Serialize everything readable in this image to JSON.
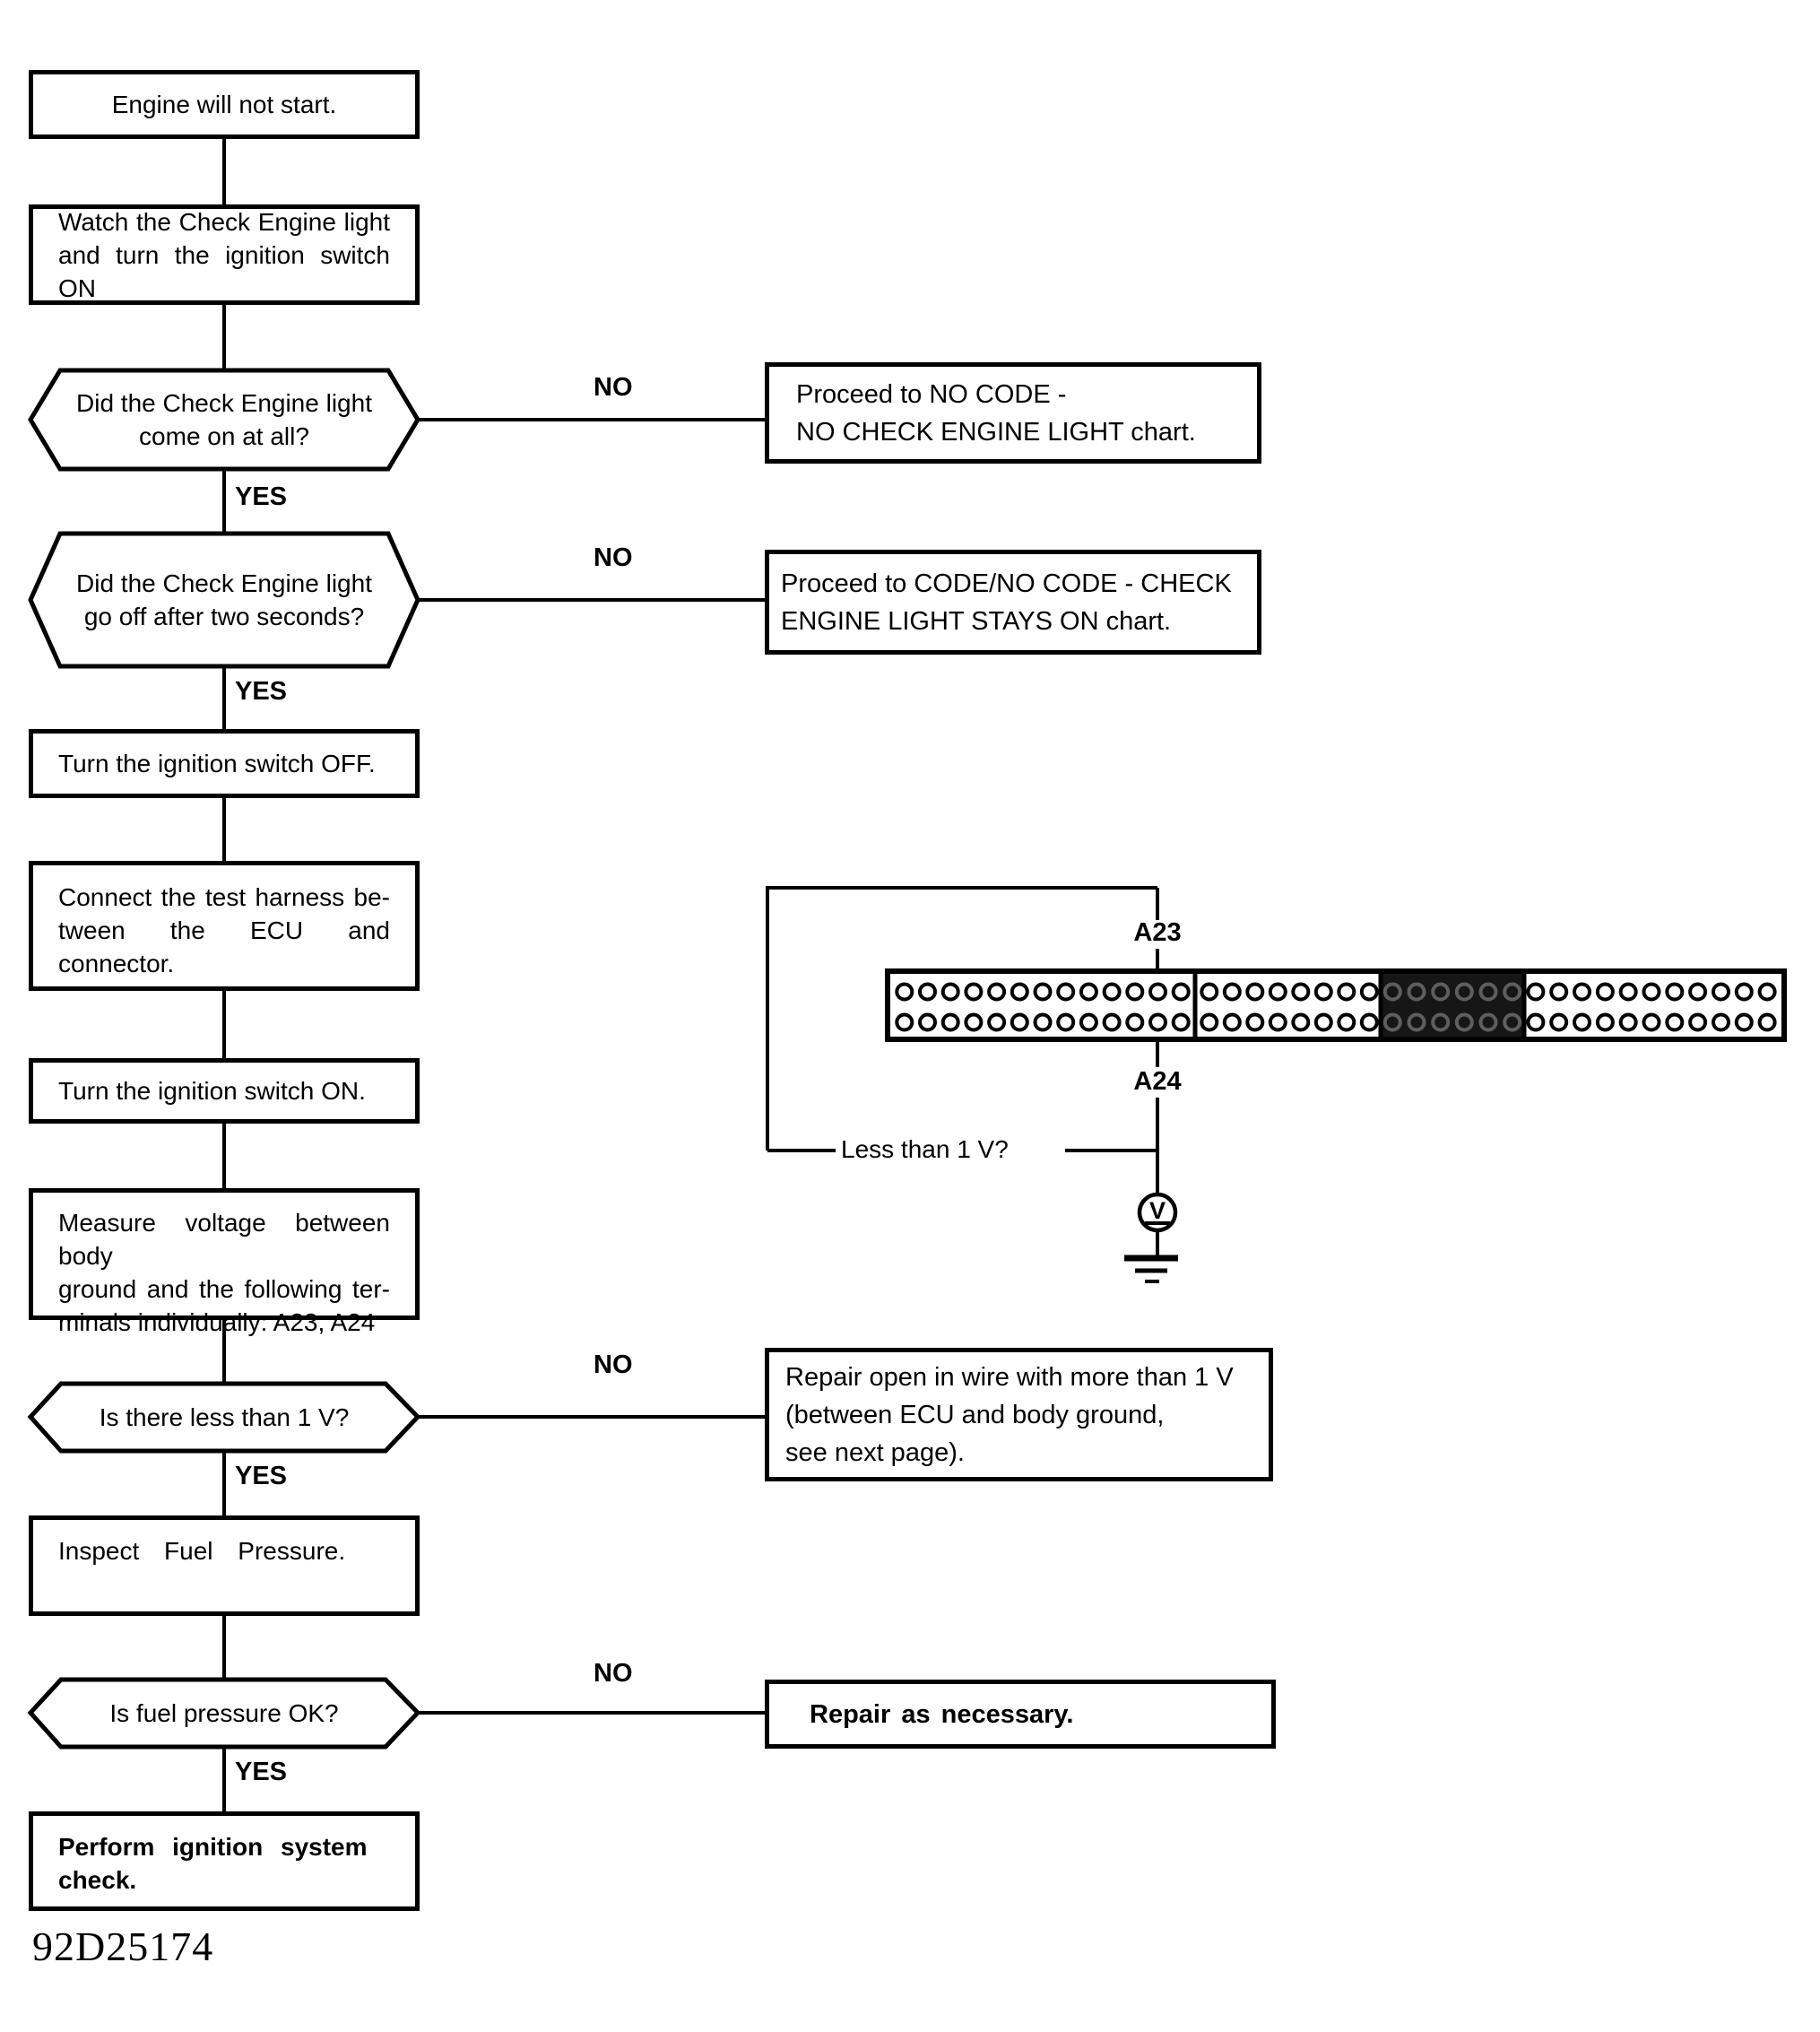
{
  "nodes": {
    "start": {
      "lines": [
        "Engine will not start."
      ]
    },
    "watch": {
      "lines": [
        "Watch the Check Engine light",
        "and turn the ignition switch ON"
      ]
    },
    "q_light_on": {
      "lines": [
        "Did the Check Engine light",
        "come on at all?"
      ]
    },
    "no_code": {
      "lines": [
        "Proceed to NO CODE -",
        "NO CHECK ENGINE LIGHT chart."
      ]
    },
    "q_light_off": {
      "lines": [
        "Did the Check Engine light",
        "go off after two seconds?"
      ]
    },
    "stays_on": {
      "lines": [
        "Proceed to CODE/NO CODE - CHECK",
        "ENGINE LIGHT STAYS ON chart."
      ]
    },
    "ign_off": {
      "lines": [
        "Turn the ignition switch OFF."
      ]
    },
    "harness": {
      "lines": [
        "Connect the test harness be-",
        "tween the ECU and connector."
      ]
    },
    "ign_on": {
      "lines": [
        "Turn the ignition switch ON."
      ]
    },
    "measure": {
      "lines": [
        "Measure voltage between body",
        "ground and the following ter-",
        "minals individually: A23, A24"
      ]
    },
    "q_voltage": {
      "lines": [
        "Is there less than 1 V?"
      ]
    },
    "repair_wire": {
      "lines": [
        "Repair open in wire with more than 1 V",
        "(between ECU and body ground,",
        "see next page)."
      ]
    },
    "fuel": {
      "lines": [
        "Inspect Fuel Pressure."
      ]
    },
    "q_fuel": {
      "lines": [
        "Is fuel pressure OK?"
      ]
    },
    "repair": {
      "lines": [
        "Repair as necessary."
      ]
    },
    "ign_check": {
      "lines": [
        "Perform ignition system check."
      ]
    }
  },
  "labels": {
    "yes": "YES",
    "no": "NO"
  },
  "diagram": {
    "terminal_a23": "A23",
    "terminal_a24": "A24",
    "question": "Less than 1 V?",
    "voltmeter": "V",
    "connector_pin_counts": [
      13,
      8,
      6,
      11
    ],
    "highlighted_section_index": 2
  },
  "figure_number": "92D25174",
  "colors": {
    "ink": "#000000",
    "paper": "#ffffff",
    "highlight_fill": "#161616"
  }
}
